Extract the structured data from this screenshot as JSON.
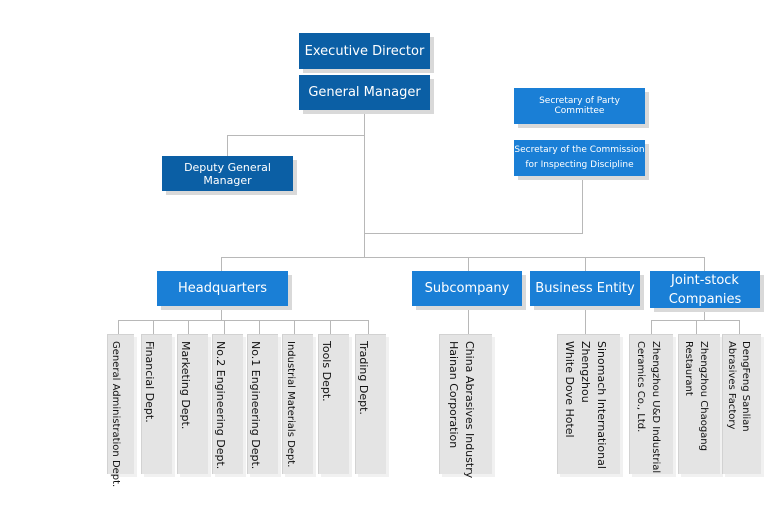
{
  "top": {
    "executive_director": "Executive Director",
    "general_manager": "General Manager",
    "deputy_general_manager": "Deputy General Manager",
    "party_committee": "Secretary of Party Committee",
    "discipline_line1": "Secretary of the Commission",
    "discipline_line2": "for Inspecting Discipline"
  },
  "divisions": {
    "headquarters": "Headquarters",
    "subcompany": "Subcompany",
    "business_entity": "Business Entity",
    "joint_stock_line1": "Joint-stock",
    "joint_stock_line2": "Companies"
  },
  "headquarters_depts": [
    "General Administration Dept.",
    "Financial Dept.",
    "Marketing  Dept.",
    "No.2 Engineering Dept.",
    "No.1 Engineering Dept.",
    "Industrial Materials Dept.",
    "Tools Dept.",
    "Trading  Dept."
  ],
  "subcompany_units": [
    "China Abrasives Industry",
    "Hainan Corporation"
  ],
  "business_units": [
    "Sinomach International",
    "Zhengzhou",
    "White Dove Hotel"
  ],
  "joint_stock_units": [
    [
      "Zhengzhou U&D Industrial",
      "Ceramics Co., Ltd."
    ],
    [
      "Zhengzhou Chaogang",
      "Restaurant"
    ],
    [
      "DengFeng Sanlian",
      "Abrasives Factory"
    ]
  ]
}
